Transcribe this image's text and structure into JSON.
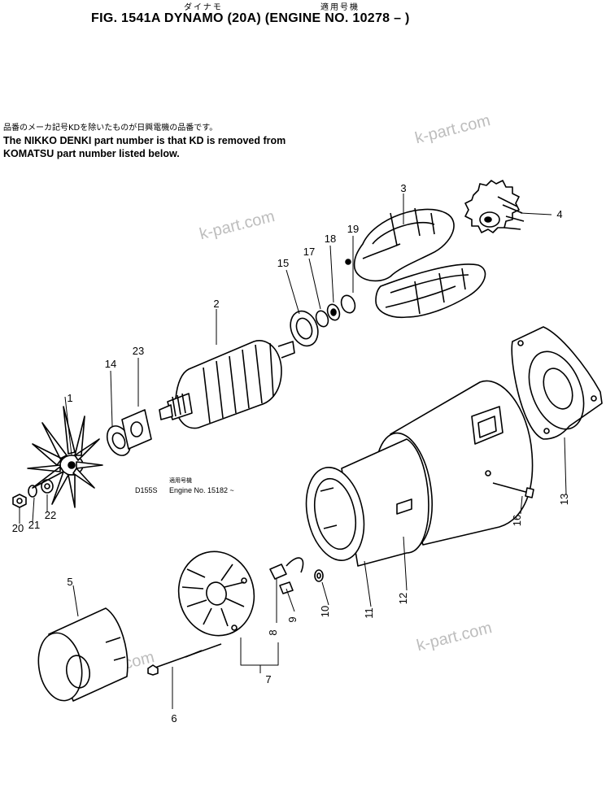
{
  "header": {
    "jp_name": "ダイナモ",
    "jp_serial": "適用号機",
    "title": "FIG. 1541A  DYNAMO (20A) (ENGINE NO. 10278 – )"
  },
  "note": {
    "jp": "品番のメーカ記号KDを除いたものが日興電機の品番です。",
    "line1": "The NIKKO DENKI part number is that KD is removed from",
    "line2": "KOMATSU part number listed below."
  },
  "applicability": {
    "code": "D155S",
    "jp": "適用号機",
    "engine": "Engine No. 15182 ~"
  },
  "watermarks": [
    "k-part.com",
    "k-part.com",
    "k-part.com",
    "k-part.com"
  ],
  "callouts": [
    "1",
    "2",
    "3",
    "4",
    "5",
    "6",
    "7",
    "8",
    "9",
    "10",
    "11",
    "12",
    "13",
    "14",
    "15",
    "16",
    "17",
    "18",
    "19",
    "20",
    "21",
    "22",
    "23"
  ]
}
